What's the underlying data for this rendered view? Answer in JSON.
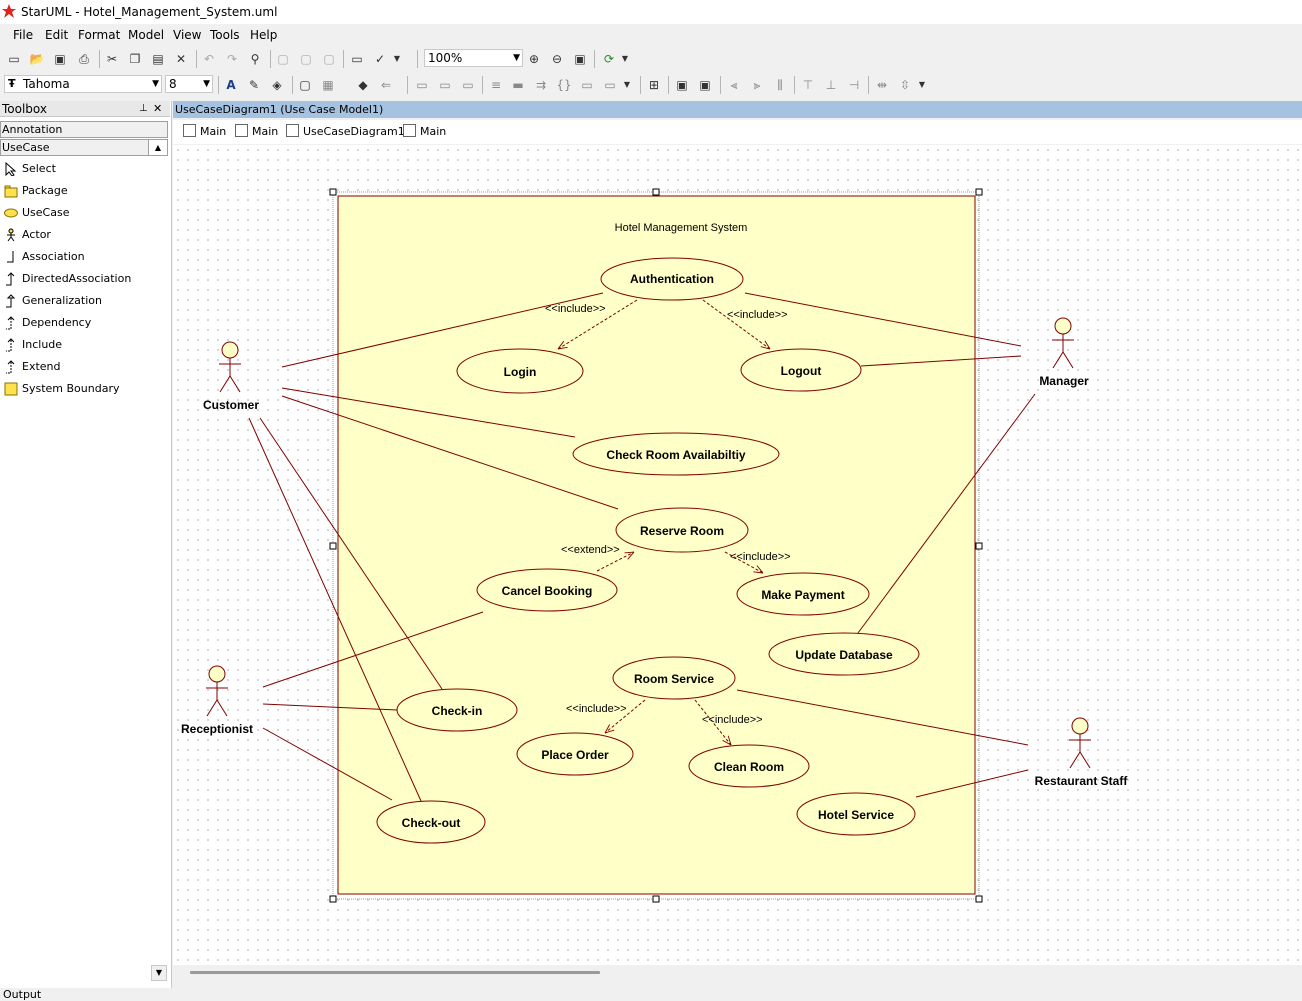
{
  "window": {
    "title": "StarUML - Hotel_Management_System.uml"
  },
  "menu": [
    "File",
    "Edit",
    "Format",
    "Model",
    "View",
    "Tools",
    "Help"
  ],
  "toolbar": {
    "zoom": "100%",
    "font_name": "Tahoma",
    "font_size": "8"
  },
  "toolbox": {
    "title": "Toolbox",
    "groups": [
      "Annotation",
      "UseCase"
    ],
    "items": [
      "Select",
      "Package",
      "UseCase",
      "Actor",
      "Association",
      "DirectedAssociation",
      "Generalization",
      "Dependency",
      "Include",
      "Extend",
      "System Boundary"
    ]
  },
  "document": {
    "title": "UseCaseDiagram1 (Use Case Model1)",
    "tabs": [
      "Main",
      "Main",
      "UseCaseDiagram1",
      "Main"
    ]
  },
  "diagram": {
    "system_name": "Hotel Management System",
    "actors": [
      "Customer",
      "Manager",
      "Receptionist",
      "Restaurant Staff"
    ],
    "use_cases": [
      "Authentication",
      "Login",
      "Logout",
      "Check Room Availabiltiy",
      "Reserve Room",
      "Cancel Booking",
      "Make Payment",
      "Update Database",
      "Room Service",
      "Check-in",
      "Place Order",
      "Clean Room",
      "Check-out",
      "Hotel Service"
    ],
    "stereotypes": {
      "include": "<<include>>",
      "extend": "<<extend>>"
    }
  },
  "status": {
    "output": "Output"
  },
  "colors": {
    "boundary_fill": "#ffffc8",
    "line": "#800000",
    "doc_title_bg": "#a6c2e1"
  }
}
